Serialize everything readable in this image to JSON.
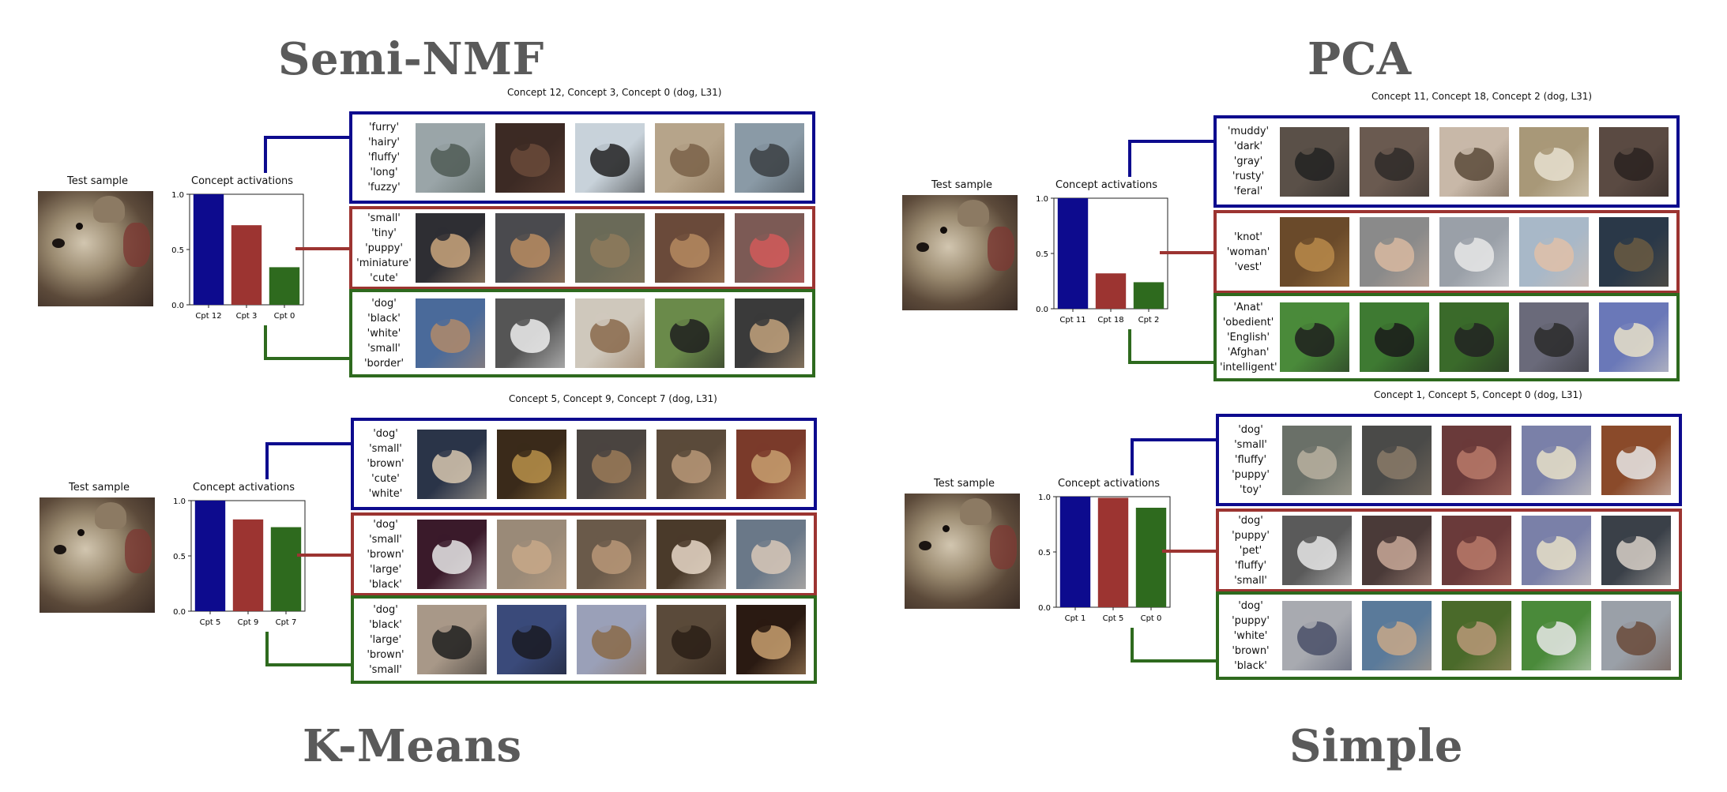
{
  "colors": {
    "c0": "#0d0b8e",
    "c1": "#9c3431",
    "c2": "#2e6a1e",
    "title": "#5a5a5a"
  },
  "panels": [
    {
      "method": "Semi-NMF",
      "test_label": "Test sample",
      "chart_data": {
        "type": "bar",
        "title": "Concept activations",
        "categories": [
          "Cpt 12",
          "Cpt 3",
          "Cpt 0"
        ],
        "values": [
          1.0,
          0.72,
          0.34
        ],
        "ylim": [
          0,
          1.0
        ],
        "yticks": [
          "0.0",
          "0.5",
          "1.0"
        ],
        "ytick_values": [
          0,
          0.5,
          1.0
        ]
      },
      "header": "Concept 12, Concept 3, Concept 0 (dog, L31)",
      "groups": [
        {
          "words": [
            "'furry'",
            "'hairy'",
            "'fluffy'",
            "'long'",
            "'fuzzy'"
          ],
          "thumbs": [
            [
              "#9aa5a8",
              "#4f5a55"
            ],
            [
              "#3c2a24",
              "#6a4a3a"
            ],
            [
              "#c8d2da",
              "#222222"
            ],
            [
              "#b6a48a",
              "#7a6248"
            ],
            [
              "#8a9aa6",
              "#3a3e42"
            ]
          ]
        },
        {
          "words": [
            "'small'",
            "'tiny'",
            "'puppy'",
            "'miniature'",
            "'cute'"
          ],
          "thumbs": [
            [
              "#2e2e33",
              "#c9a57c"
            ],
            [
              "#4a4a4e",
              "#b98c62"
            ],
            [
              "#6a6a58",
              "#8e7a5c"
            ],
            [
              "#6a4a3a",
              "#b58a60"
            ],
            [
              "#7c5a55",
              "#d25a5a"
            ]
          ]
        },
        {
          "words": [
            "'dog'",
            "'black'",
            "'white'",
            "'small'",
            "'border'"
          ],
          "thumbs": [
            [
              "#4a6a9a",
              "#b08a6a"
            ],
            [
              "#555555",
              "#eeeeee"
            ],
            [
              "#cfc8bc",
              "#8a6a4c"
            ],
            [
              "#6a8a4a",
              "#1e1e1e"
            ],
            [
              "#3a3a3a",
              "#c2a27c"
            ]
          ]
        }
      ]
    },
    {
      "method": "PCA",
      "test_label": "Test sample",
      "chart_data": {
        "type": "bar",
        "title": "Concept activations",
        "categories": [
          "Cpt 11",
          "Cpt 18",
          "Cpt 2"
        ],
        "values": [
          1.0,
          0.32,
          0.24
        ],
        "ylim": [
          0,
          1.0
        ],
        "yticks": [
          "0.0",
          "0.5",
          "1.0"
        ],
        "ytick_values": [
          0,
          0.5,
          1.0
        ]
      },
      "header": "Concept 11, Concept 18, Concept 2 (dog, L31)",
      "groups": [
        {
          "words": [
            "'muddy'",
            "'dark'",
            "'gray'",
            "'rusty'",
            "'feral'"
          ],
          "thumbs": [
            [
              "#5a5048",
              "#222222"
            ],
            [
              "#6a5a50",
              "#2e2a28"
            ],
            [
              "#c8b8a8",
              "#5a4a3a"
            ],
            [
              "#a89878",
              "#e8e0d0"
            ],
            [
              "#5a4a42",
              "#2a2220"
            ]
          ]
        },
        {
          "words": [
            "'knot'",
            "'woman'",
            "'vest'"
          ],
          "thumbs": [
            [
              "#6a4a2a",
              "#b88a4a"
            ],
            [
              "#8a8a8a",
              "#d8b8a0"
            ],
            [
              "#9aa0a8",
              "#e8e8e8"
            ],
            [
              "#a8b8c8",
              "#e0c0a8"
            ],
            [
              "#2a3848",
              "#6a5a42"
            ]
          ]
        },
        {
          "words": [
            "'Anat'",
            "'obedient'",
            "'English'",
            "'Afghan'",
            "'intelligent'"
          ],
          "thumbs": [
            [
              "#4a8a3a",
              "#1e1e1e"
            ],
            [
              "#3e7a32",
              "#1a1a1a"
            ],
            [
              "#3a6a2a",
              "#222222"
            ],
            [
              "#6a6a7a",
              "#2a2a2a"
            ],
            [
              "#6a78b8",
              "#e8e0c8"
            ]
          ]
        }
      ]
    },
    {
      "method": "K-Means",
      "test_label": "Test sample",
      "chart_data": {
        "type": "bar",
        "title": "Concept activations",
        "categories": [
          "Cpt 5",
          "Cpt 9",
          "Cpt 7"
        ],
        "values": [
          1.0,
          0.83,
          0.76
        ],
        "ylim": [
          0,
          1.0
        ],
        "yticks": [
          "0.0",
          "0.5",
          "1.0"
        ],
        "ytick_values": [
          0,
          0.5,
          1.0
        ]
      },
      "header": "Concept 5, Concept 9, Concept 7 (dog, L31)",
      "groups": [
        {
          "words": [
            "'dog'",
            "'small'",
            "'brown'",
            "'cute'",
            "'white'"
          ],
          "thumbs": [
            [
              "#2a3448",
              "#d8c8b0"
            ],
            [
              "#3a2a1a",
              "#b8904a"
            ],
            [
              "#4a4440",
              "#9a7a58"
            ],
            [
              "#5a4a3a",
              "#b89878"
            ],
            [
              "#7a3a2a",
              "#c8a070"
            ]
          ]
        },
        {
          "words": [
            "'dog'",
            "'small'",
            "'brown'",
            "'large'",
            "'black'"
          ],
          "thumbs": [
            [
              "#3a1a2a",
              "#e8e8e8"
            ],
            [
              "#9a8a78",
              "#c8a888"
            ],
            [
              "#6a5a4a",
              "#b89878"
            ],
            [
              "#4a3a2a",
              "#e8d8c8"
            ],
            [
              "#6a7888",
              "#d8c8b8"
            ]
          ]
        },
        {
          "words": [
            "'dog'",
            "'black'",
            "'large'",
            "'brown'",
            "'small'"
          ],
          "thumbs": [
            [
              "#a89888",
              "#1e1e1e"
            ],
            [
              "#3a4a7a",
              "#1a1a22"
            ],
            [
              "#9aa0b8",
              "#8a6a48"
            ],
            [
              "#5a4a3a",
              "#2a1e16"
            ],
            [
              "#2a1a12",
              "#c8a070"
            ]
          ]
        }
      ]
    },
    {
      "method": "Simple",
      "test_label": "Test sample",
      "chart_data": {
        "type": "bar",
        "title": "Concept activations",
        "categories": [
          "Cpt 1",
          "Cpt 5",
          "Cpt 0"
        ],
        "values": [
          1.0,
          0.99,
          0.9
        ],
        "ylim": [
          0,
          1.0
        ],
        "yticks": [
          "0.0",
          "0.5",
          "1.0"
        ],
        "ytick_values": [
          0,
          0.5,
          1.0
        ]
      },
      "header": "Concept 1, Concept 5, Concept 0 (dog, L31)",
      "groups": [
        {
          "words": [
            "'dog'",
            "'small'",
            "'fluffy'",
            "'puppy'",
            "'toy'"
          ],
          "thumbs": [
            [
              "#6a7068",
              "#b8b0a0"
            ],
            [
              "#4a4a48",
              "#8a7a68"
            ],
            [
              "#6a3a3a",
              "#b87a6a"
            ],
            [
              "#7a80a8",
              "#e8e0c8"
            ],
            [
              "#8a4a2a",
              "#e8e8e8"
            ]
          ]
        },
        {
          "words": [
            "'dog'",
            "'puppy'",
            "'pet'",
            "'fluffy'",
            "'small'"
          ],
          "thumbs": [
            [
              "#5a5a5a",
              "#e8e8e8"
            ],
            [
              "#4a3a38",
              "#c8a898"
            ],
            [
              "#6a3a3a",
              "#b87a6a"
            ],
            [
              "#7a80a8",
              "#e8e0c8"
            ],
            [
              "#3a4048",
              "#d8d0c8"
            ]
          ]
        },
        {
          "words": [
            "'dog'",
            "'puppy'",
            "'white'",
            "'brown'",
            "'black'"
          ],
          "thumbs": [
            [
              "#a8aab0",
              "#4a5068"
            ],
            [
              "#5a7a9a",
              "#c8a888"
            ],
            [
              "#4a6a2a",
              "#b89878"
            ],
            [
              "#4a8a3a",
              "#e8e8e8"
            ],
            [
              "#9aa0a8",
              "#6a4a3a"
            ]
          ]
        }
      ]
    }
  ]
}
